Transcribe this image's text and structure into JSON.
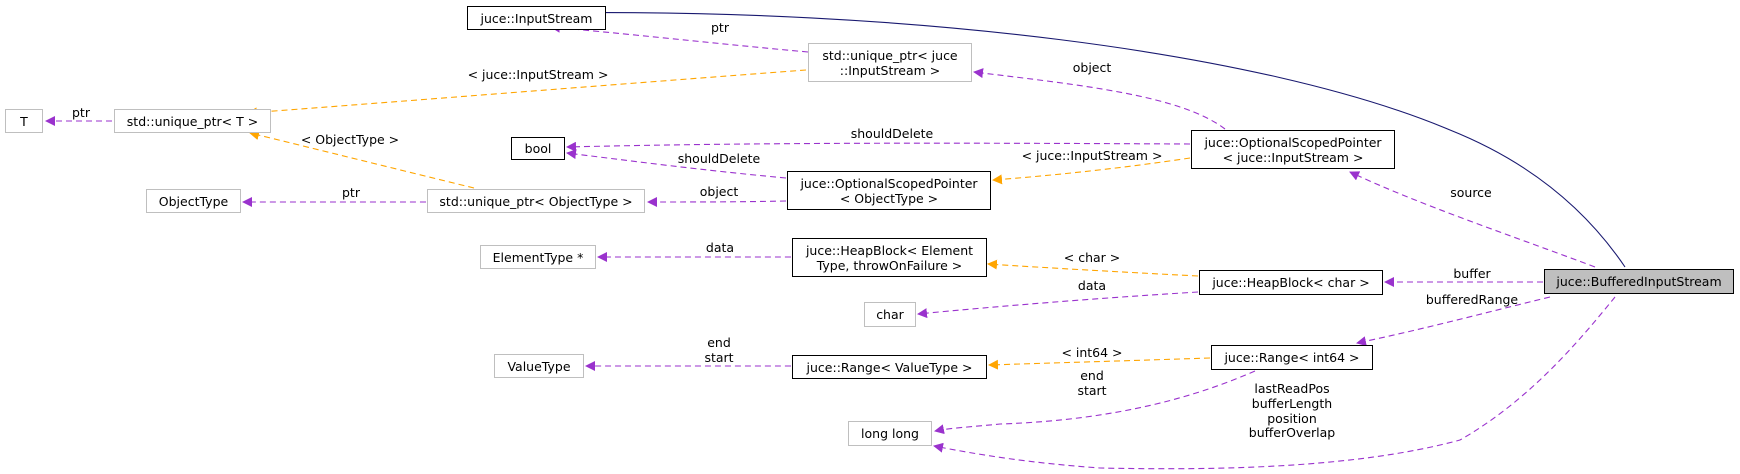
{
  "colors": {
    "inheritance": "#191970",
    "usage": "#9a32cd",
    "template": "#ffa500",
    "focus_fill": "#bfbfbf",
    "external_border": "#bfbfbf"
  },
  "nodes": {
    "input_stream": {
      "line1": "juce::InputStream"
    },
    "unique_ptr_input_stream": {
      "line1": "std::unique_ptr< juce",
      "line2": "::InputStream >"
    },
    "t": {
      "line1": "T"
    },
    "unique_ptr_t": {
      "line1": "std::unique_ptr< T >"
    },
    "bool": {
      "line1": "bool"
    },
    "object_type": {
      "line1": "ObjectType"
    },
    "unique_ptr_object_type": {
      "line1": "std::unique_ptr< ObjectType >"
    },
    "optional_scoped_pointer_object_type": {
      "line1": "juce::OptionalScopedPointer",
      "line2": "< ObjectType >"
    },
    "optional_scoped_pointer_input_stream": {
      "line1": "juce::OptionalScopedPointer",
      "line2": "< juce::InputStream >"
    },
    "element_type_ptr": {
      "line1": "ElementType *"
    },
    "heap_block_element": {
      "line1": "juce::HeapBlock< Element",
      "line2": "Type, throwOnFailure >"
    },
    "heap_block_char": {
      "line1": "juce::HeapBlock< char >"
    },
    "char": {
      "line1": "char"
    },
    "value_type": {
      "line1": "ValueType"
    },
    "range_value_type": {
      "line1": "juce::Range< ValueType >"
    },
    "range_int64": {
      "line1": "juce::Range< int64 >"
    },
    "long_long": {
      "line1": "long long"
    },
    "buffered_input_stream": {
      "line1": "juce::BufferedInputStream"
    }
  },
  "edge_labels": {
    "ptr_to_input_stream": "ptr",
    "input_stream_template": "< juce::InputStream >",
    "ptr_to_t": "ptr",
    "object_to_unique_ptr": "object",
    "object_type_template": "< ObjectType >",
    "should_delete_upper": "shouldDelete",
    "should_delete_lower": "shouldDelete",
    "object_from_osp": "object",
    "ptr_to_object_type": "ptr",
    "osp_input_stream_template": "< juce::InputStream >",
    "source": "source",
    "data_element": "data",
    "char_template": "< char >",
    "buffer": "buffer",
    "data_char": "data",
    "buffered_range": "bufferedRange",
    "end_start_value_type": [
      "end",
      "start"
    ],
    "int64_template": "< int64 >",
    "end_start_long_long": [
      "end",
      "start"
    ],
    "long_long_members": [
      "lastReadPos",
      "bufferLength",
      "position",
      "bufferOverlap"
    ]
  }
}
